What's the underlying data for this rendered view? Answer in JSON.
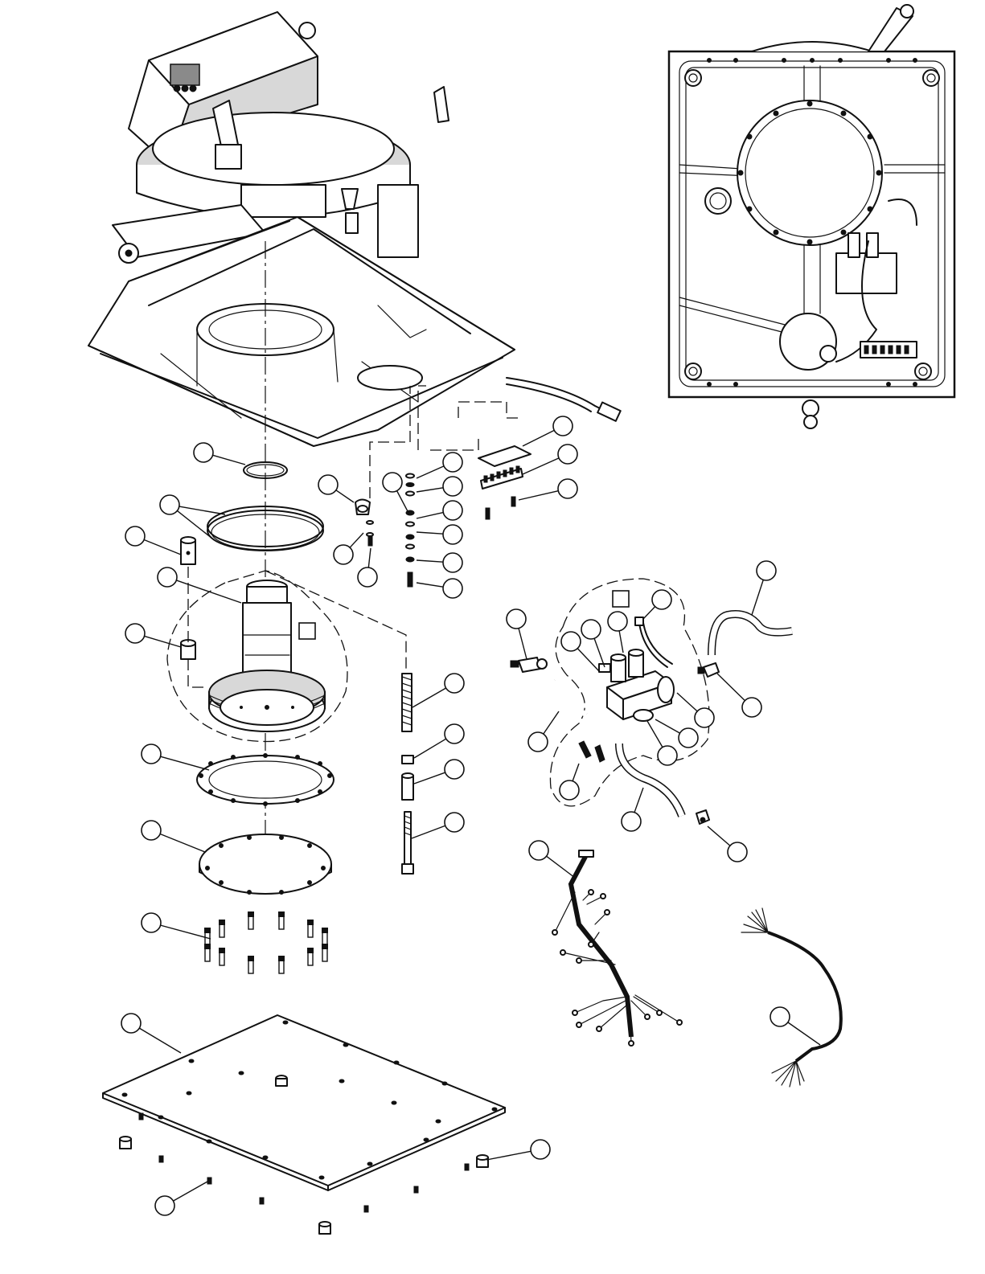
{
  "drawing": {
    "kind": "exploded parts diagram",
    "callout_labels_visible": false,
    "note": ""
  },
  "balloons": [
    {
      "id": "b1",
      "label": ""
    },
    {
      "id": "b2",
      "label": ""
    },
    {
      "id": "b3",
      "label": ""
    },
    {
      "id": "b4",
      "label": ""
    },
    {
      "id": "b5",
      "label": ""
    },
    {
      "id": "b6",
      "label": ""
    },
    {
      "id": "b7",
      "label": ""
    },
    {
      "id": "b8",
      "label": ""
    },
    {
      "id": "b9",
      "label": ""
    },
    {
      "id": "b10",
      "label": ""
    },
    {
      "id": "b11",
      "label": ""
    },
    {
      "id": "b12",
      "label": ""
    },
    {
      "id": "b13",
      "label": ""
    },
    {
      "id": "b14",
      "label": ""
    },
    {
      "id": "b15",
      "label": ""
    },
    {
      "id": "b16",
      "label": ""
    },
    {
      "id": "b17",
      "label": ""
    },
    {
      "id": "b18",
      "label": ""
    },
    {
      "id": "b19",
      "label": ""
    },
    {
      "id": "b20",
      "label": ""
    },
    {
      "id": "b21",
      "label": ""
    },
    {
      "id": "b22",
      "label": ""
    },
    {
      "id": "b23",
      "label": ""
    },
    {
      "id": "b24",
      "label": ""
    },
    {
      "id": "b25",
      "label": ""
    },
    {
      "id": "b26",
      "label": ""
    },
    {
      "id": "b27",
      "label": ""
    },
    {
      "id": "b28",
      "label": ""
    },
    {
      "id": "b29",
      "label": ""
    },
    {
      "id": "b30",
      "label": ""
    },
    {
      "id": "b31",
      "label": ""
    },
    {
      "id": "b32",
      "label": ""
    },
    {
      "id": "b33",
      "label": ""
    },
    {
      "id": "b34",
      "label": ""
    },
    {
      "id": "b35",
      "label": ""
    },
    {
      "id": "b36",
      "label": ""
    },
    {
      "id": "b37",
      "label": ""
    },
    {
      "id": "b38",
      "label": ""
    },
    {
      "id": "b39",
      "label": ""
    },
    {
      "id": "b40",
      "label": ""
    },
    {
      "id": "b41",
      "label": ""
    },
    {
      "id": "b42",
      "label": ""
    },
    {
      "id": "b43",
      "label": ""
    },
    {
      "id": "b44",
      "label": ""
    }
  ],
  "assembly_boxes": [
    {
      "id": "k1",
      "label": ""
    },
    {
      "id": "k2",
      "label": ""
    }
  ],
  "colors": {
    "ink": "#111111",
    "paper": "#ffffff",
    "shade": "#d8d8d8",
    "dark_shade": "#8a8a8a"
  }
}
